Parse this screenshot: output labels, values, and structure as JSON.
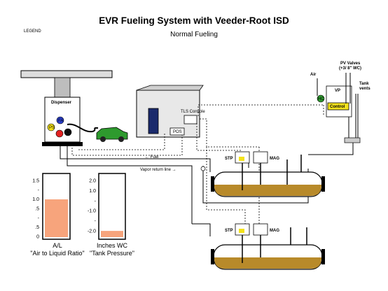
{
  "header": {
    "title": "EVR Fueling System with Veeder-Root ISD",
    "subtitle": "Normal Fueling",
    "legend": "LEGEND"
  },
  "labels": {
    "dispenser": "Dispenser",
    "tls_console": "TLS Console",
    "pos": "POS",
    "fuel": "← Fuel",
    "vapor_return": "Vapor return line →",
    "stp_top": "STP",
    "mag_top": "MAG",
    "stp_bottom": "STP",
    "mag_bottom": "MAG",
    "air": "Air",
    "pv_valves": "PV Valves",
    "pv_valves_sub": "(+3/ 8\" WC)",
    "tank_vents_1": "Tank",
    "tank_vents_2": "vents",
    "vp": "VP",
    "control": "Control",
    "hc": "HC",
    "fa": "FA",
    "ps": "PS",
    "vm": "M"
  },
  "gauges": {
    "al": {
      "label": "A/L",
      "caption": "\"Air to Liquid Ratio\"",
      "ticks": [
        "1.5",
        "-",
        "1.0",
        ".5",
        "-",
        ".5",
        "0"
      ],
      "value": 1.0,
      "min": 0,
      "max": 1.5
    },
    "pressure": {
      "label": "Inches WC",
      "caption": "\"Tank Pressure\"",
      "ticks": [
        "2.0",
        "1.0",
        "-",
        "-1.0",
        "-",
        "-2.0"
      ],
      "value": -1.6,
      "min": -2.0,
      "max": 2.0
    }
  },
  "colors": {
    "fuel": "#b88a2a",
    "fill": "#f7a47c",
    "green": "#2e9a2e",
    "building": "#e8e8e8",
    "red": "#e32222",
    "blue": "#2a3fcf",
    "yellow": "#f3e21b"
  }
}
